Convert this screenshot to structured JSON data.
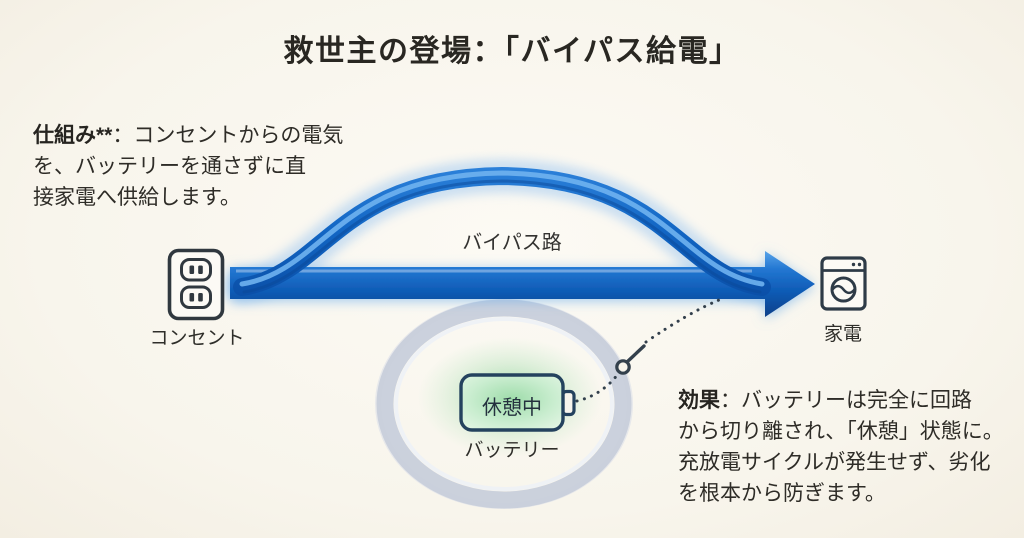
{
  "title": "救世主の登場：「バイパス給電」",
  "mechanism_note": {
    "label": "仕組み**",
    "line1": "：コンセントからの電気",
    "line2": "を、バッテリーを通さずに直",
    "line3": "接家電へ供給します。"
  },
  "effect_note": {
    "label": "効果",
    "line1": "：バッテリーは完全に回路",
    "line2": "から切り離され、「休憩」状態に。",
    "line3": "充放電サイクルが発生せず、劣化",
    "line4": "を根本から防ぎます。"
  },
  "bypass": {
    "label": "バイパス路"
  },
  "outlet": {
    "label": "コンセント"
  },
  "appliance": {
    "label": "家電"
  },
  "battery": {
    "status": "休憩中",
    "label": "バッテリー"
  },
  "colors": {
    "background": "#f8f5ec",
    "arrow_blue_light": "#59a4e8",
    "arrow_blue": "#1266c4",
    "arrow_blue_dark": "#0a4ea6",
    "glow_blue": "#9cc6f0",
    "ring_gray": "#c8cfdb",
    "battery_green": "#bde8c3",
    "outline_dark": "#2e3b47",
    "text_dark": "#2c2b27"
  }
}
